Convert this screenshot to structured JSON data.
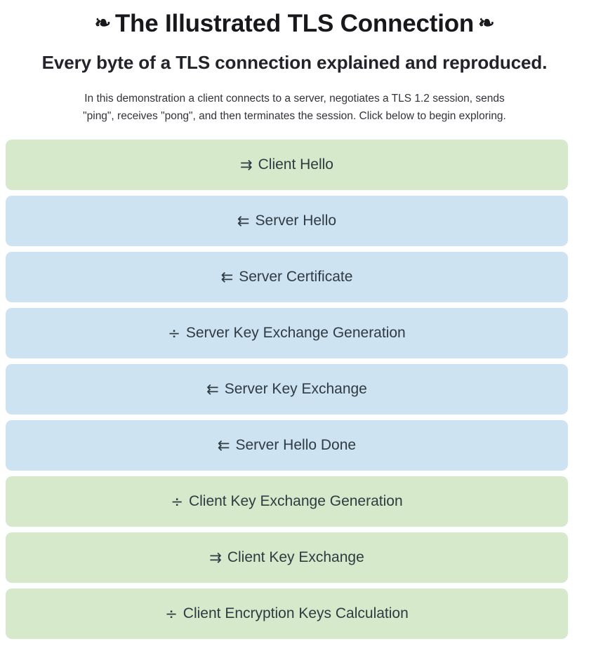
{
  "header": {
    "ornament_left": "❧",
    "ornament_right": "❧",
    "title": "The Illustrated TLS Connection",
    "subtitle": "Every byte of a TLS connection explained and reproduced.",
    "intro": "In this demonstration a client connects to a server, negotiates a TLS 1.2 session, sends \"ping\", receives \"pong\", and then terminates the session. Click below to begin exploring."
  },
  "colors": {
    "client_card": "#d6e9cb",
    "server_card": "#cde3f2",
    "text": "#2f3b42",
    "title": "#17171c",
    "page_background": "#ffffff"
  },
  "icons": {
    "client_to_server": "⇉",
    "server_to_client": "⇇",
    "computation": "÷"
  },
  "steps": [
    {
      "arrow": "⇉",
      "label": "Client Hello",
      "side": "client",
      "kind": "message"
    },
    {
      "arrow": "⇇",
      "label": "Server Hello",
      "side": "server",
      "kind": "message"
    },
    {
      "arrow": "⇇",
      "label": "Server Certificate",
      "side": "server",
      "kind": "message"
    },
    {
      "arrow": "÷",
      "label": "Server Key Exchange Generation",
      "side": "server",
      "kind": "computation"
    },
    {
      "arrow": "⇇",
      "label": "Server Key Exchange",
      "side": "server",
      "kind": "message"
    },
    {
      "arrow": "⇇",
      "label": "Server Hello Done",
      "side": "server",
      "kind": "message"
    },
    {
      "arrow": "÷",
      "label": "Client Key Exchange Generation",
      "side": "client",
      "kind": "computation"
    },
    {
      "arrow": "⇉",
      "label": "Client Key Exchange",
      "side": "client",
      "kind": "message"
    },
    {
      "arrow": "÷",
      "label": "Client Encryption Keys Calculation",
      "side": "client",
      "kind": "computation"
    }
  ]
}
